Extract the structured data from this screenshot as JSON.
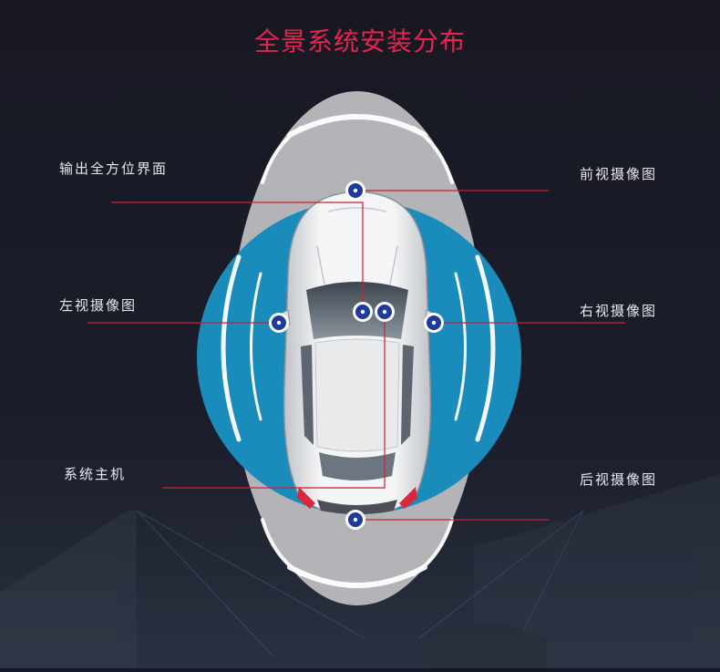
{
  "title": "全景系统安装分布",
  "labels": {
    "output": "输出全方位界面",
    "left_camera": "左视摄像图",
    "host": "系统主机",
    "front_camera": "前视摄像图",
    "right_camera": "右视摄像图",
    "rear_camera": "后视摄像图"
  },
  "colors": {
    "title": "#e4264e",
    "leader_line": "#c8202f",
    "outer_zone": "#b4b4b8",
    "inner_zone": "#1a8cbc",
    "marker": "#1e3a9c"
  }
}
